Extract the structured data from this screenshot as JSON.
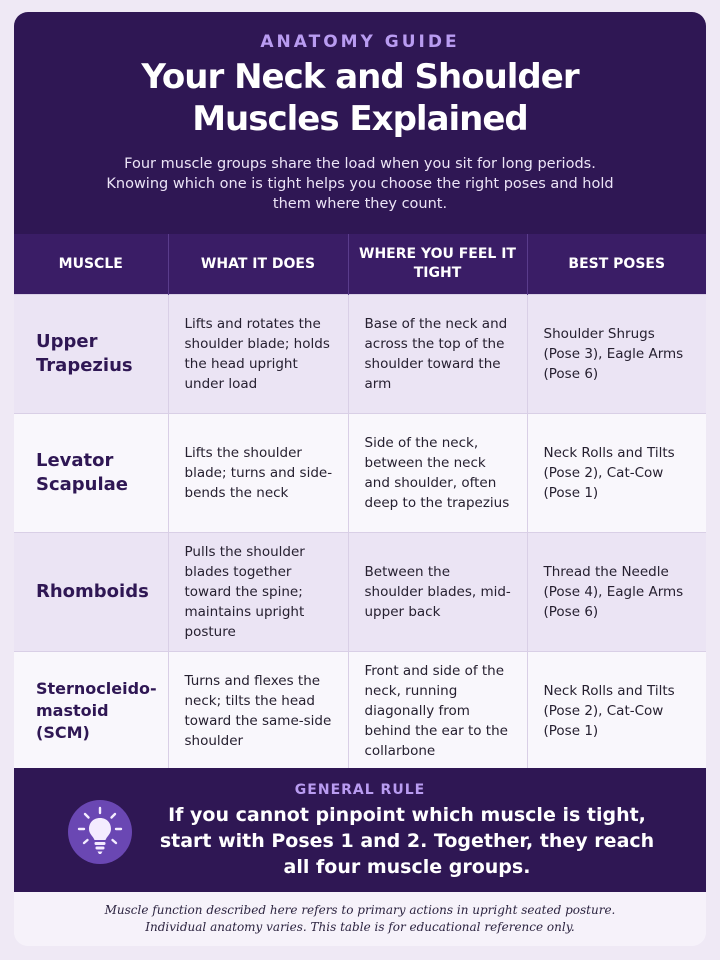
{
  "header": {
    "eyebrow": "ANATOMY GUIDE",
    "title_line1": "Your Neck and Shoulder",
    "title_line2": "Muscles Explained",
    "subtitle": "Four muscle groups share the load when you sit for long periods. Knowing which one is tight helps you choose the right poses and hold them where they count."
  },
  "table": {
    "headers": {
      "muscle": "MUSCLE",
      "what": "WHAT IT DOES",
      "where": "WHERE YOU FEEL IT TIGHT",
      "poses": "BEST POSES"
    },
    "rows": [
      {
        "muscle": "Upper Trapezius",
        "what": "Lifts and rotates the shoulder blade; holds the head upright under load",
        "where": "Base of the neck and across the top of the shoulder toward the arm",
        "poses": "Shoulder Shrugs (Pose 3), Eagle Arms (Pose 6)"
      },
      {
        "muscle": "Levator Scapulae",
        "what": "Lifts the shoulder blade; turns and side-bends the neck",
        "where": "Side of the neck, between the neck and shoulder, often deep to the trapezius",
        "poses": "Neck Rolls and Tilts (Pose 2), Cat-Cow (Pose 1)"
      },
      {
        "muscle": "Rhomboids",
        "what": "Pulls the shoulder blades together toward the spine; maintains upright posture",
        "where": "Between the shoulder blades, mid-upper back",
        "poses": "Thread the Needle (Pose 4), Eagle Arms (Pose 6)"
      },
      {
        "muscle": "Sternocleido-mastoid (SCM)",
        "what": "Turns and flexes the neck; tilts the head toward the same-side shoulder",
        "where": "Front and side of the neck, running diagonally from behind the ear to the collarbone",
        "poses": "Neck Rolls and Tilts (Pose 2), Cat-Cow (Pose 1)"
      }
    ]
  },
  "rule": {
    "label": "GENERAL RULE",
    "icon": "lightbulb-icon",
    "text": "If you cannot pinpoint which muscle is tight, start with Poses 1 and 2. Together, they reach all four muscle groups."
  },
  "footer": {
    "line1": "Muscle function described here refers to primary actions in upright seated posture.",
    "line2": "Individual anatomy varies. This table is for educational reference only."
  },
  "colors": {
    "header_bg": "#2f1754",
    "accent": "#b99cf1",
    "row_alt": "#ebe4f4"
  }
}
